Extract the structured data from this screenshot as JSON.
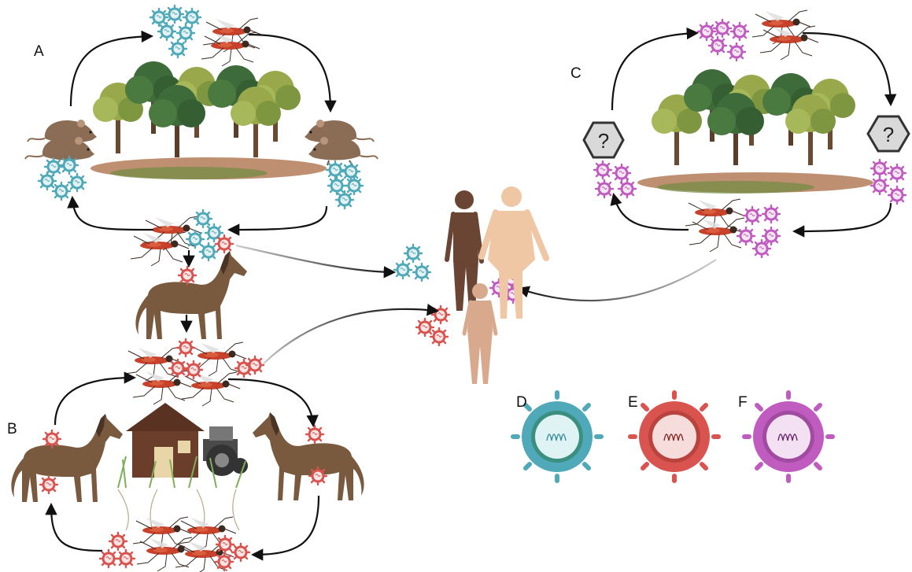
{
  "panels": {
    "a": "A",
    "b": "B",
    "c": "C",
    "d": "D",
    "e": "E",
    "f": "F"
  },
  "unknown_host_marks": [
    "?",
    "?"
  ],
  "colors": {
    "virus_teal": "#4fa9b8",
    "virus_red": "#d9534f",
    "virus_purple": "#c05cc0",
    "arrow": "#111111",
    "mosquito": "#c8412a",
    "horse": "#7a5a3e",
    "rodent": "#8b6d55",
    "tree_dark": "#3e6b3a",
    "tree_light": "#98a84a",
    "house": "#6a3e2a",
    "tractor": "#4a4a4a",
    "skin_dark": "#6b4534",
    "skin_light": "#efc7a4",
    "skin_child": "#d8a98d"
  },
  "icons": [
    "virus-icon",
    "mosquito-icon",
    "horse-icon",
    "rodent-icon",
    "tree-icon",
    "house-icon",
    "tractor-icon",
    "grass-icon",
    "human-figure-icon",
    "question-hexagon-icon"
  ]
}
